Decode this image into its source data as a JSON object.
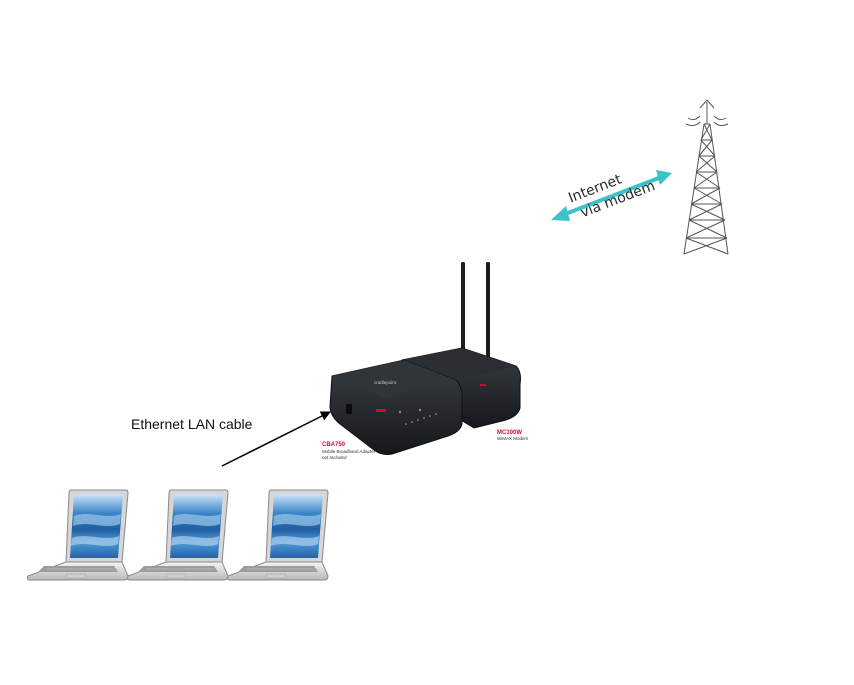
{
  "labels": {
    "lan_cable": "Ethernet LAN cable",
    "internet_line1": "Internet",
    "internet_line2": "via modem"
  },
  "router": {
    "brand": "cradlepoint",
    "model": "CBA750",
    "description": "Mobile Broadband Adapter",
    "note": "not Included"
  },
  "modem": {
    "model": "MC100W",
    "description": "WiMAX Modem"
  },
  "laptops": [
    {
      "name": "laptop-1"
    },
    {
      "name": "laptop-2"
    },
    {
      "name": "laptop-3"
    }
  ],
  "colors": {
    "internet_arrow": "#3cc3c8",
    "lan_arrow": "#000000",
    "model_label": "#c8102e",
    "device_body": "#1e2124",
    "screen_blue": "#2f78bf"
  }
}
